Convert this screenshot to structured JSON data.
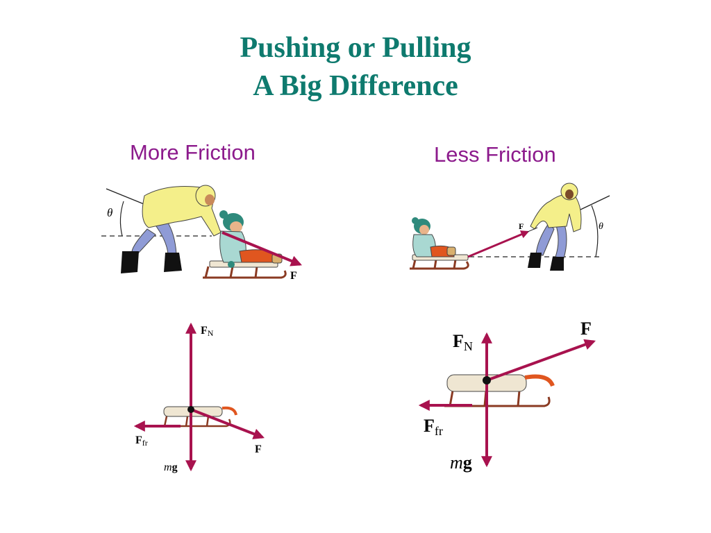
{
  "slide": {
    "title_line1": "Pushing or Pulling",
    "title_line2": "A Big Difference"
  },
  "panels": {
    "left": {
      "heading": "More Friction",
      "angle_symbol": "θ",
      "force_label": "F",
      "fbd": {
        "normal": {
          "main": "F",
          "sub": "N"
        },
        "friction": {
          "main": "F",
          "sub": "fr"
        },
        "weight": {
          "italic": "m",
          "bold": "g"
        },
        "applied": "F"
      }
    },
    "right": {
      "heading": "Less Friction",
      "angle_symbol": "θ",
      "force_label": "F",
      "fbd": {
        "normal": {
          "main": "F",
          "sub": "N"
        },
        "friction": {
          "main": "F",
          "sub": "fr"
        },
        "weight": {
          "italic": "m",
          "bold": "g"
        },
        "applied": "F"
      }
    }
  },
  "colors": {
    "title": "#0e7a6e",
    "heading": "#8c1a8c",
    "force_arrow": "#a8124e",
    "jacket": "#f4ef8a",
    "pants": "#8f9bd6",
    "boots": "#111111",
    "child_coat": "#a9d8d2",
    "child_hat": "#2f8a7c",
    "child_pants": "#e0561f",
    "sled_rail": "#8a3a22",
    "sled_seat": "#efe6d2"
  }
}
